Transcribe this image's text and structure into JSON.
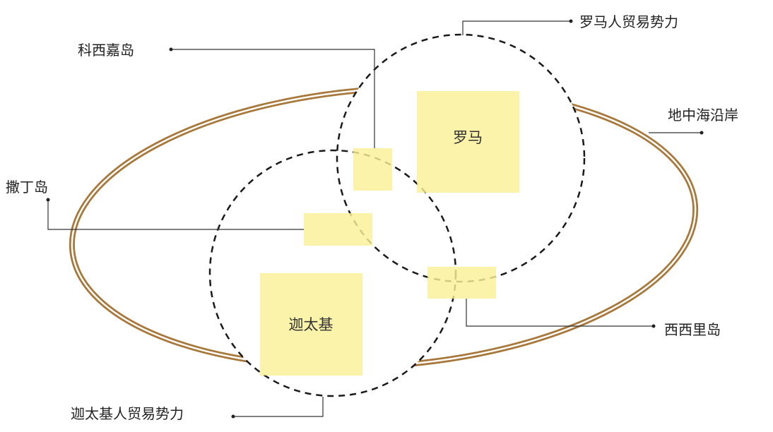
{
  "labels": {
    "corsica": "科西嘉岛",
    "roman_power": "罗马人贸易势力",
    "med_coast": "地中海沿岸",
    "sardinia": "撒丁岛",
    "sicily": "西西里岛",
    "carthage_power": "迦太基人贸易势力"
  },
  "boxes": {
    "rome": "罗马",
    "carthage": "迦太基"
  },
  "colors": {
    "coast": "#a8773a",
    "box": "#fbf099",
    "dash": "#1a1a1a",
    "leader": "#333333"
  }
}
